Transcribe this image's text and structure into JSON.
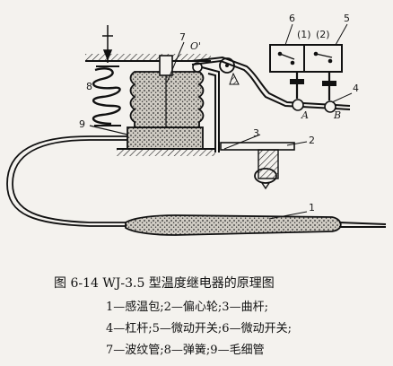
{
  "diagram": {
    "part_numbers": {
      "n1": "1",
      "n2": "2",
      "n3": "3",
      "n4": "4",
      "n5": "5",
      "n6": "6",
      "n7": "7",
      "n8": "8",
      "n9": "9"
    },
    "contacts": {
      "c1": "(1)",
      "c2": "(2)"
    },
    "points": {
      "o": "O'",
      "a": "A",
      "b": "B"
    }
  },
  "caption": {
    "title": "图 6-14    WJ-3.5 型温度继电器的原理图",
    "legend": [
      "1—感温包;2—偏心轮;3—曲杆;",
      "4—杠杆;5—微动开关;6—微动开关;",
      "7—波纹管;8—弹簧;9—毛细管"
    ]
  }
}
